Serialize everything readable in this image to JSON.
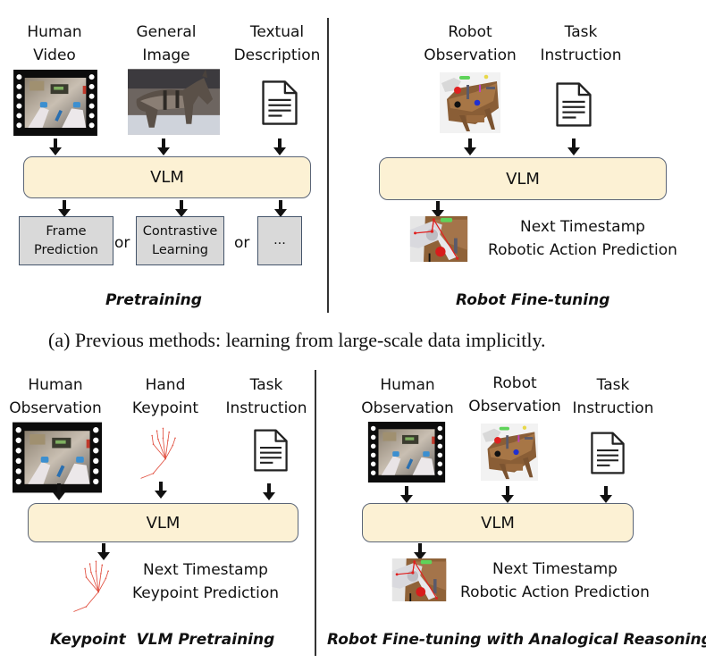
{
  "panel_a": {
    "pretraining": {
      "inputs": [
        {
          "line1": "Human",
          "line2": "Video",
          "icon": "film-strip-video-icon"
        },
        {
          "line1": "General",
          "line2": "Image",
          "icon": "donkey-photo-icon"
        },
        {
          "line1": "Textual",
          "line2": "Description",
          "icon": "document-icon"
        }
      ],
      "model_label": "VLM",
      "outputs": [
        {
          "line1": "Frame",
          "line2": "Prediction"
        },
        {
          "line1": "Contrastive",
          "line2": "Learning"
        },
        {
          "line1": "..."
        }
      ],
      "connector": "or",
      "title": "Pretraining"
    },
    "finetuning": {
      "inputs": [
        {
          "line1": "Robot",
          "line2": "Observation",
          "icon": "robot-scene-icon"
        },
        {
          "line1": "Task",
          "line2": "Instruction",
          "icon": "document-icon"
        }
      ],
      "model_label": "VLM",
      "prediction": {
        "line1": "Next Timestamp",
        "line2": "Robotic Action Prediction"
      },
      "title": "Robot Fine-tuning"
    },
    "caption": "(a) Previous methods: learning from large-scale data implicitly."
  },
  "panel_b": {
    "pretraining": {
      "inputs": [
        {
          "line1": "Human",
          "line2": "Observation",
          "icon": "film-strip-video-icon"
        },
        {
          "line1": "Hand",
          "line2": "Keypoint",
          "icon": "hand-keypoint-icon"
        },
        {
          "line1": "Task",
          "line2": "Instruction",
          "icon": "document-icon"
        }
      ],
      "model_label": "VLM",
      "prediction": {
        "line1": "Next Timestamp",
        "line2": "Keypoint Prediction"
      },
      "title": "Keypoint  VLM Pretraining"
    },
    "finetuning": {
      "inputs": [
        {
          "line1": "Human",
          "line2": "Observation",
          "icon": "film-strip-video-icon"
        },
        {
          "line1": "Robot",
          "line2": "Observation",
          "icon": "robot-scene-icon"
        },
        {
          "line1": "Task",
          "line2": "Instruction",
          "icon": "document-icon"
        }
      ],
      "model_label": "VLM",
      "prediction": {
        "line1": "Next Timestamp",
        "line2": "Robotic Action Prediction"
      },
      "title": "Robot Fine-tuning with Analogical Reasoning"
    }
  },
  "colors": {
    "vlm_fill": "#fcf1d4",
    "vlm_border": "#5b6577",
    "output_box_fill": "#d9d9d9",
    "keypoint_red": "#e04a3a"
  }
}
